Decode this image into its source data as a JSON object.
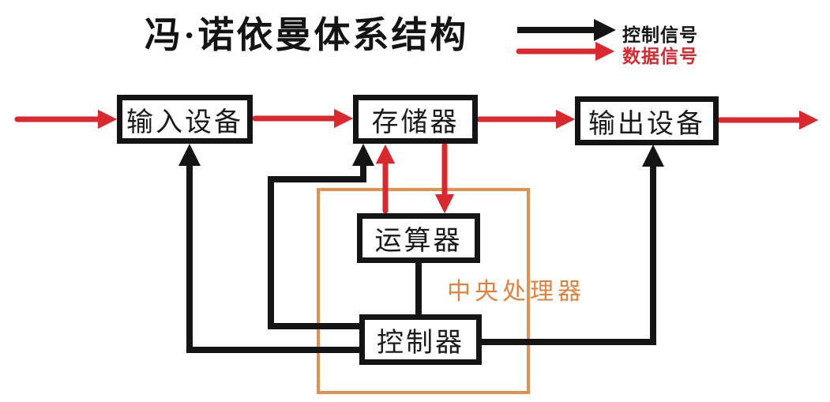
{
  "title": "冯·诺依曼体系结构",
  "legend": {
    "control_signal": "控制信号",
    "data_signal": "数据信号"
  },
  "boxes": {
    "input_device": "输入设备",
    "memory": "存储器",
    "output_device": "输出设备",
    "alu": "运算器",
    "control_unit": "控制器"
  },
  "cpu_label": "中央处理器",
  "colors": {
    "control_signal": "#141414",
    "data_signal": "#D9292F",
    "cpu_border": "#E2914E",
    "cpu_label": "#DF8440",
    "background": "#FFFFFF"
  }
}
